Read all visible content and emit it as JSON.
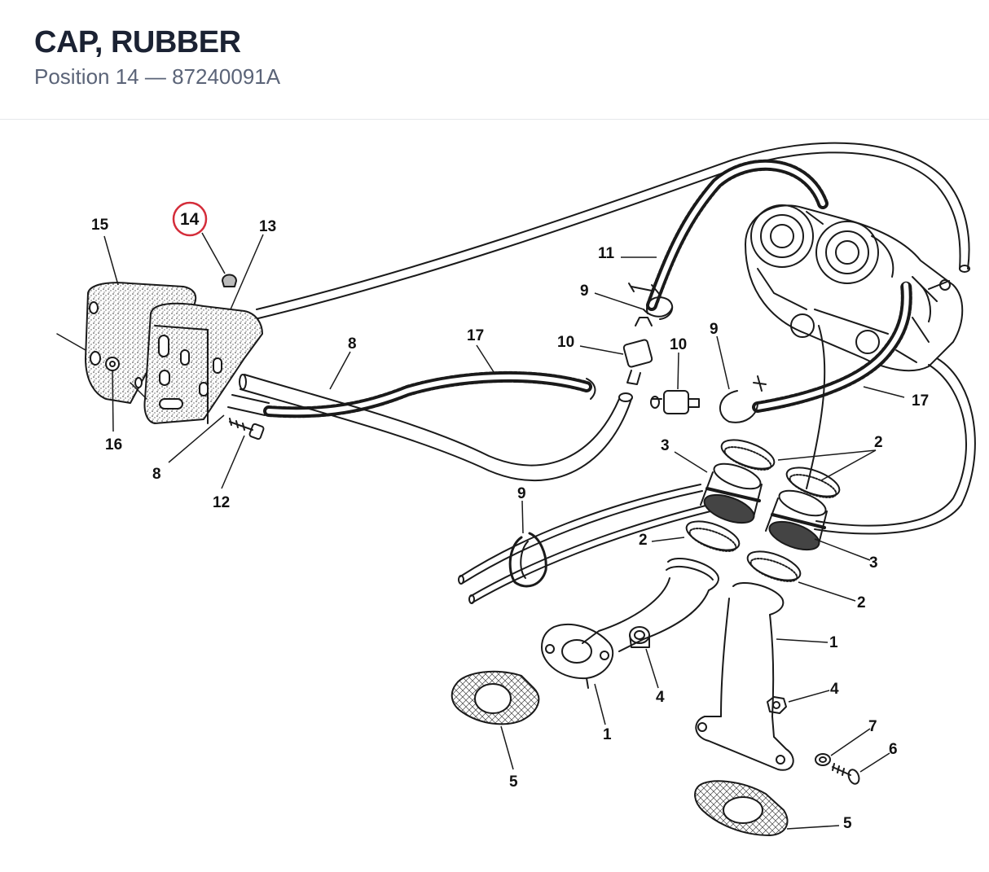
{
  "header": {
    "title": "CAP, RUBBER",
    "subtitle": "Position 14 — 87240091A"
  },
  "colors": {
    "title": "#1b2233",
    "subtitle": "#5b6478",
    "highlight_ring": "#d42d3a",
    "line_art": "#1a1a1a"
  },
  "callouts": [
    {
      "id": "c15",
      "label": "15"
    },
    {
      "id": "c14",
      "label": "14",
      "highlighted": true
    },
    {
      "id": "c13",
      "label": "13"
    },
    {
      "id": "c16",
      "label": "16"
    },
    {
      "id": "c8a",
      "label": "8"
    },
    {
      "id": "c12",
      "label": "12"
    },
    {
      "id": "c8b",
      "label": "8"
    },
    {
      "id": "c17a",
      "label": "17"
    },
    {
      "id": "c10a",
      "label": "10"
    },
    {
      "id": "c10b",
      "label": "10"
    },
    {
      "id": "c9a",
      "label": "9"
    },
    {
      "id": "c11",
      "label": "11"
    },
    {
      "id": "c9b",
      "label": "9"
    },
    {
      "id": "c17b",
      "label": "17"
    },
    {
      "id": "c3a",
      "label": "3"
    },
    {
      "id": "c2a",
      "label": "2"
    },
    {
      "id": "c9c",
      "label": "9"
    },
    {
      "id": "c2b",
      "label": "2"
    },
    {
      "id": "c3b",
      "label": "3"
    },
    {
      "id": "c2c",
      "label": "2"
    },
    {
      "id": "c1a",
      "label": "1"
    },
    {
      "id": "c4a",
      "label": "4"
    },
    {
      "id": "c1b",
      "label": "1"
    },
    {
      "id": "c4b",
      "label": "4"
    },
    {
      "id": "c7",
      "label": "7"
    },
    {
      "id": "c6",
      "label": "6"
    },
    {
      "id": "c5a",
      "label": "5"
    },
    {
      "id": "c5b",
      "label": "5"
    }
  ]
}
